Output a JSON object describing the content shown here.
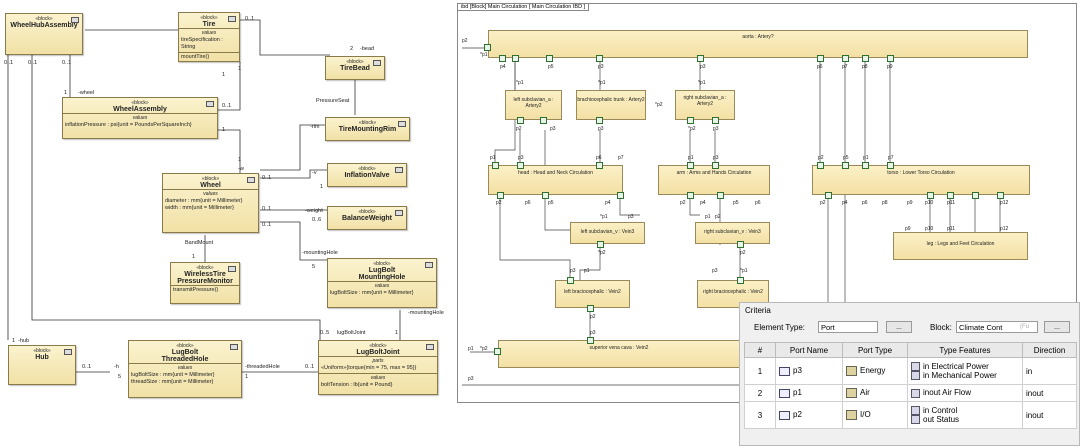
{
  "bdd": {
    "blocks": {
      "wheelhub": {
        "stereo": "«block»",
        "name": "WheelHubAssembly"
      },
      "tire": {
        "stereo": "«block»",
        "name": "Tire",
        "values_h": "values",
        "attr1": "tireSpecification : String",
        "op": "mountTire()"
      },
      "tirebead": {
        "stereo": "«block»",
        "name": "TireBead"
      },
      "wheelassy": {
        "stereo": "«block»",
        "name": "WheelAssembly",
        "values_h": "values",
        "attr1": "inflationPressure : psi{unit = PoundsPerSquareInch}"
      },
      "rim": {
        "stereo": "«block»",
        "name": "TireMountingRim"
      },
      "wheel": {
        "stereo": "«block»",
        "name": "Wheel",
        "values_h": "values",
        "attr1": "diameter : mm{unit = Millimeter}",
        "attr2": "width : mm{unit = Millimeter}"
      },
      "valve": {
        "stereo": "«block»",
        "name": "InflationValve"
      },
      "balance": {
        "stereo": "«block»",
        "name": "BalanceWeight"
      },
      "monitor": {
        "stereo": "«block»",
        "name1": "WirelessTire",
        "name2": "PressureMonitor",
        "op": "transmitPressure()"
      },
      "lughole": {
        "stereo": "«block»",
        "name1": "LugBolt",
        "name2": "MountingHole",
        "values_h": "values",
        "attr1": "lugBoltSize : mm{unit = Millimeter}"
      },
      "hub": {
        "stereo": "«block»",
        "name": "Hub"
      },
      "threaded": {
        "stereo": "«block»",
        "name1": "LugBolt",
        "name2": "ThreadedHole",
        "values_h": "values",
        "attr1": "lugBoltSize : mm{unit = Millimeter}",
        "attr2": "threadSize : mm{unit = Millimeter}"
      },
      "joint": {
        "stereo": "«block»",
        "name": "LugBoltJoint",
        "parts_h": "parts",
        "attr1": "«Uniform»{torque{min = 75, max = 95}}",
        "values_h": "values",
        "attr2": "boltTension : lb{unit = Pound}"
      }
    },
    "labels": {
      "m01a": "0..1",
      "m01b": "0..1",
      "m01c": "0..1",
      "m1a": "1",
      "m1b": "1",
      "m1c": "1",
      "m2": "2",
      "bead": "-bead",
      "wheel_r": "-wheel",
      "pseat": "PressureSeat",
      "rimr": "-rim",
      "m01d": "0..1",
      "m01e": "0..1",
      "m1d": "1",
      "w": "-w",
      "v": "-v",
      "m01f": "0..1",
      "m1e": "1",
      "weight": "-weight",
      "m06": "0..6",
      "m01g": "0..1",
      "m01h": "0..1",
      "mhole": "-mountingHole",
      "m5": "5",
      "band": "BandMount",
      "m1f": "1",
      "mhole2": "-mountingHole",
      "m05": "0..5",
      "lbj": "lugBoltJoint",
      "m1g": "1",
      "hubr": "-hub",
      "m1h": "1",
      "m01i": "0..1",
      "hr": "-h",
      "m5b": "5",
      "thr": "-threadedHole",
      "m1i": "1",
      "m01j": "0..1",
      "m1j": "1"
    }
  },
  "ibd": {
    "frame_title": "ibd [Block] Main Circulation [ Main Circulation IBD ]",
    "parts": {
      "aorta": "aorta : Artery?",
      "lsub": "left subclavian_a : Artery2",
      "brach": "brachiocephalic trunk : Artery2",
      "rsub": "right subclavian_a : Artery2",
      "head": "head : Head and Neck Circulation",
      "arm": "arm : Arms and Hands Circulation",
      "torso": "torso : Lower Torso Circulation",
      "lsubv": "left subclavian_v : Vein3",
      "rsubv": "right subclavian_v : Vein3",
      "leg": "leg : Legs and Feet Circulation",
      "lbrv": "left braciocephalic : Vein2",
      "rbrv": "right braciocephalic : Vein2",
      "svc": "superior vena cava : Vein2"
    },
    "ports": {
      "p1": "p1",
      "p2": "p2",
      "p3": "p3",
      "p4": "p4",
      "p5": "p5",
      "p6": "p6",
      "p7": "p7",
      "p8": "p8",
      "p9": "p9",
      "p10": "p10",
      "p11": "p11",
      "p12": "p12",
      "sp1": "*p1",
      "sp2": "*p2",
      "sp3": "*p3"
    }
  },
  "criteria": {
    "title": "Criteria",
    "element_type_label": "Element Type:",
    "element_type_value": "Port",
    "block_label": "Block:",
    "block_value": "Climate Cont",
    "block_hint": "(Fu",
    "browse": "...",
    "columns": [
      "#",
      "Port Name",
      "Port Type",
      "Type Features",
      "Direction"
    ],
    "rows": [
      {
        "num": "1",
        "name": "p3",
        "type": "Energy",
        "features": [
          {
            "dir": "in",
            "name": "Electrical Power"
          },
          {
            "dir": "in",
            "name": "Mechanical Power"
          }
        ],
        "direction": "in"
      },
      {
        "num": "2",
        "name": "p1",
        "type": "Air",
        "features": [
          {
            "dir": "inout",
            "name": "Air Flow"
          }
        ],
        "direction": "inout"
      },
      {
        "num": "3",
        "name": "p2",
        "type": "I/O",
        "features": [
          {
            "dir": "in",
            "name": "Control"
          },
          {
            "dir": "out",
            "name": "Status"
          }
        ],
        "direction": "inout"
      }
    ]
  }
}
